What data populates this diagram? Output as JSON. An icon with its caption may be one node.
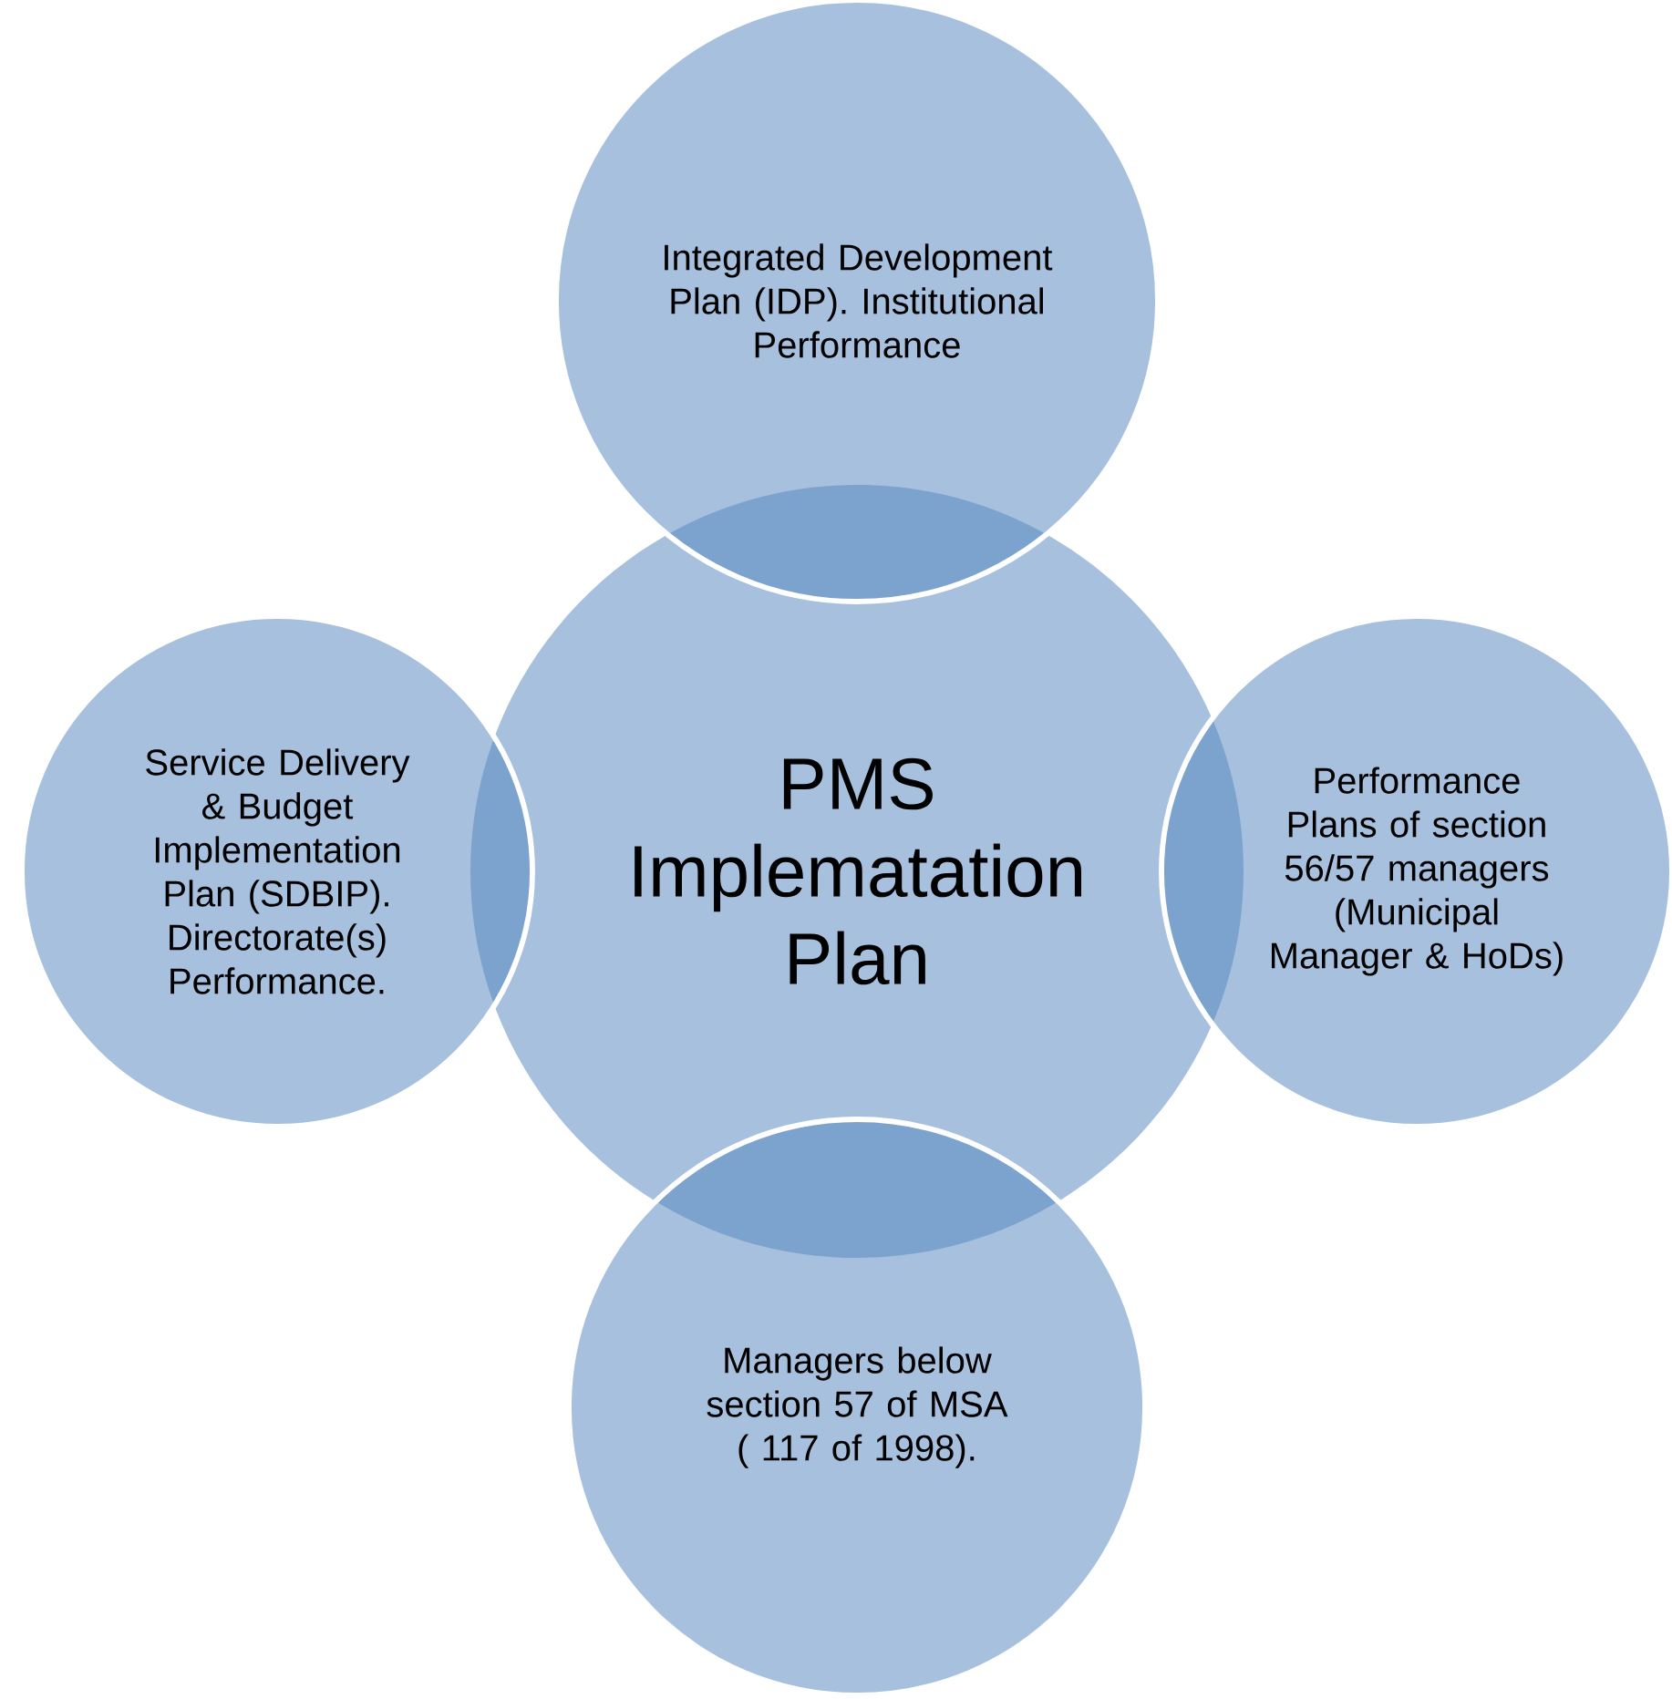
{
  "diagram": {
    "nodes": [
      {
        "text": [
          "Integrated Development Plan (IDP). Institutional Performance"
        ]
      },
      {
        "text": [
          "Service Delivery & Budget Implementation Plan (SDBIP). Directorate(s) Performance."
        ]
      },
      {
        "text": [
          "PMS Implematation Plan"
        ]
      },
      {
        "text": [
          "Performance Plans of section 56/57 managers (Municipal Manager & HoDs)"
        ]
      },
      {
        "text": [
          "Managers below section 57 of MSA ( 117 of 1998)."
        ]
      }
    ]
  }
}
